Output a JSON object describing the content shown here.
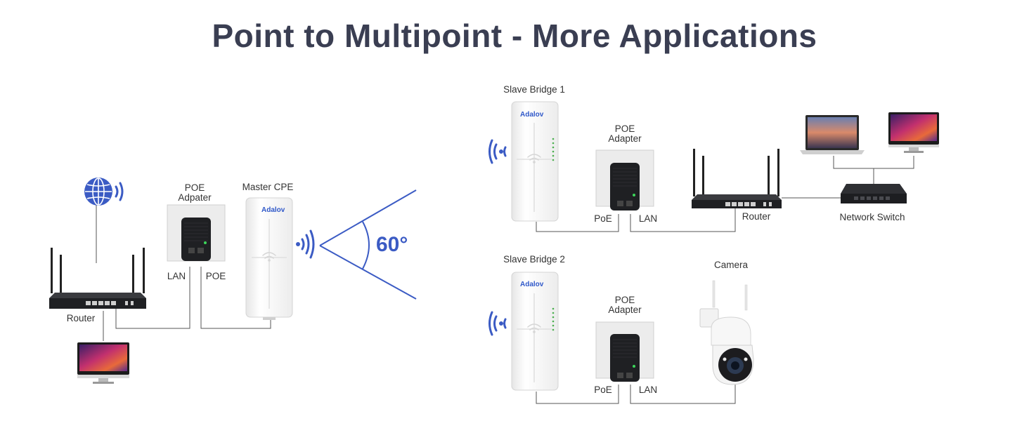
{
  "title": "Point to Multipoint - More Applications",
  "colors": {
    "accent_blue": "#3b5bc4",
    "title_gray": "#3a3e52",
    "line_gray": "#555555",
    "device_white": "#f4f4f4",
    "device_black": "#1f2023"
  },
  "icons": [
    "globe-icon",
    "wifi-signal-icon",
    "router-icon",
    "monitor-icon",
    "laptop-icon",
    "poe-adapter-icon",
    "cpe-bridge-icon",
    "network-switch-icon",
    "camera-icon"
  ],
  "left": {
    "poe_adapter_label": "POE\nAdpater",
    "master_cpe_label": "Master CPE",
    "lan_label": "LAN",
    "poe_label": "POE",
    "router_label": "Router",
    "angle_label": "60°"
  },
  "bridge1": {
    "label": "Slave Bridge 1",
    "poe_adapter_label": "POE\nAdapter",
    "poe_port_label": "PoE",
    "lan_port_label": "LAN",
    "router_label": "Router",
    "switch_label": "Network Switch"
  },
  "bridge2": {
    "label": "Slave Bridge 2",
    "poe_adapter_label": "POE\nAdapter",
    "poe_port_label": "PoE",
    "lan_port_label": "LAN",
    "camera_label": "Camera"
  },
  "device_brand": "Adalov",
  "adapter_port_labels": [
    "POE",
    "LAN"
  ]
}
